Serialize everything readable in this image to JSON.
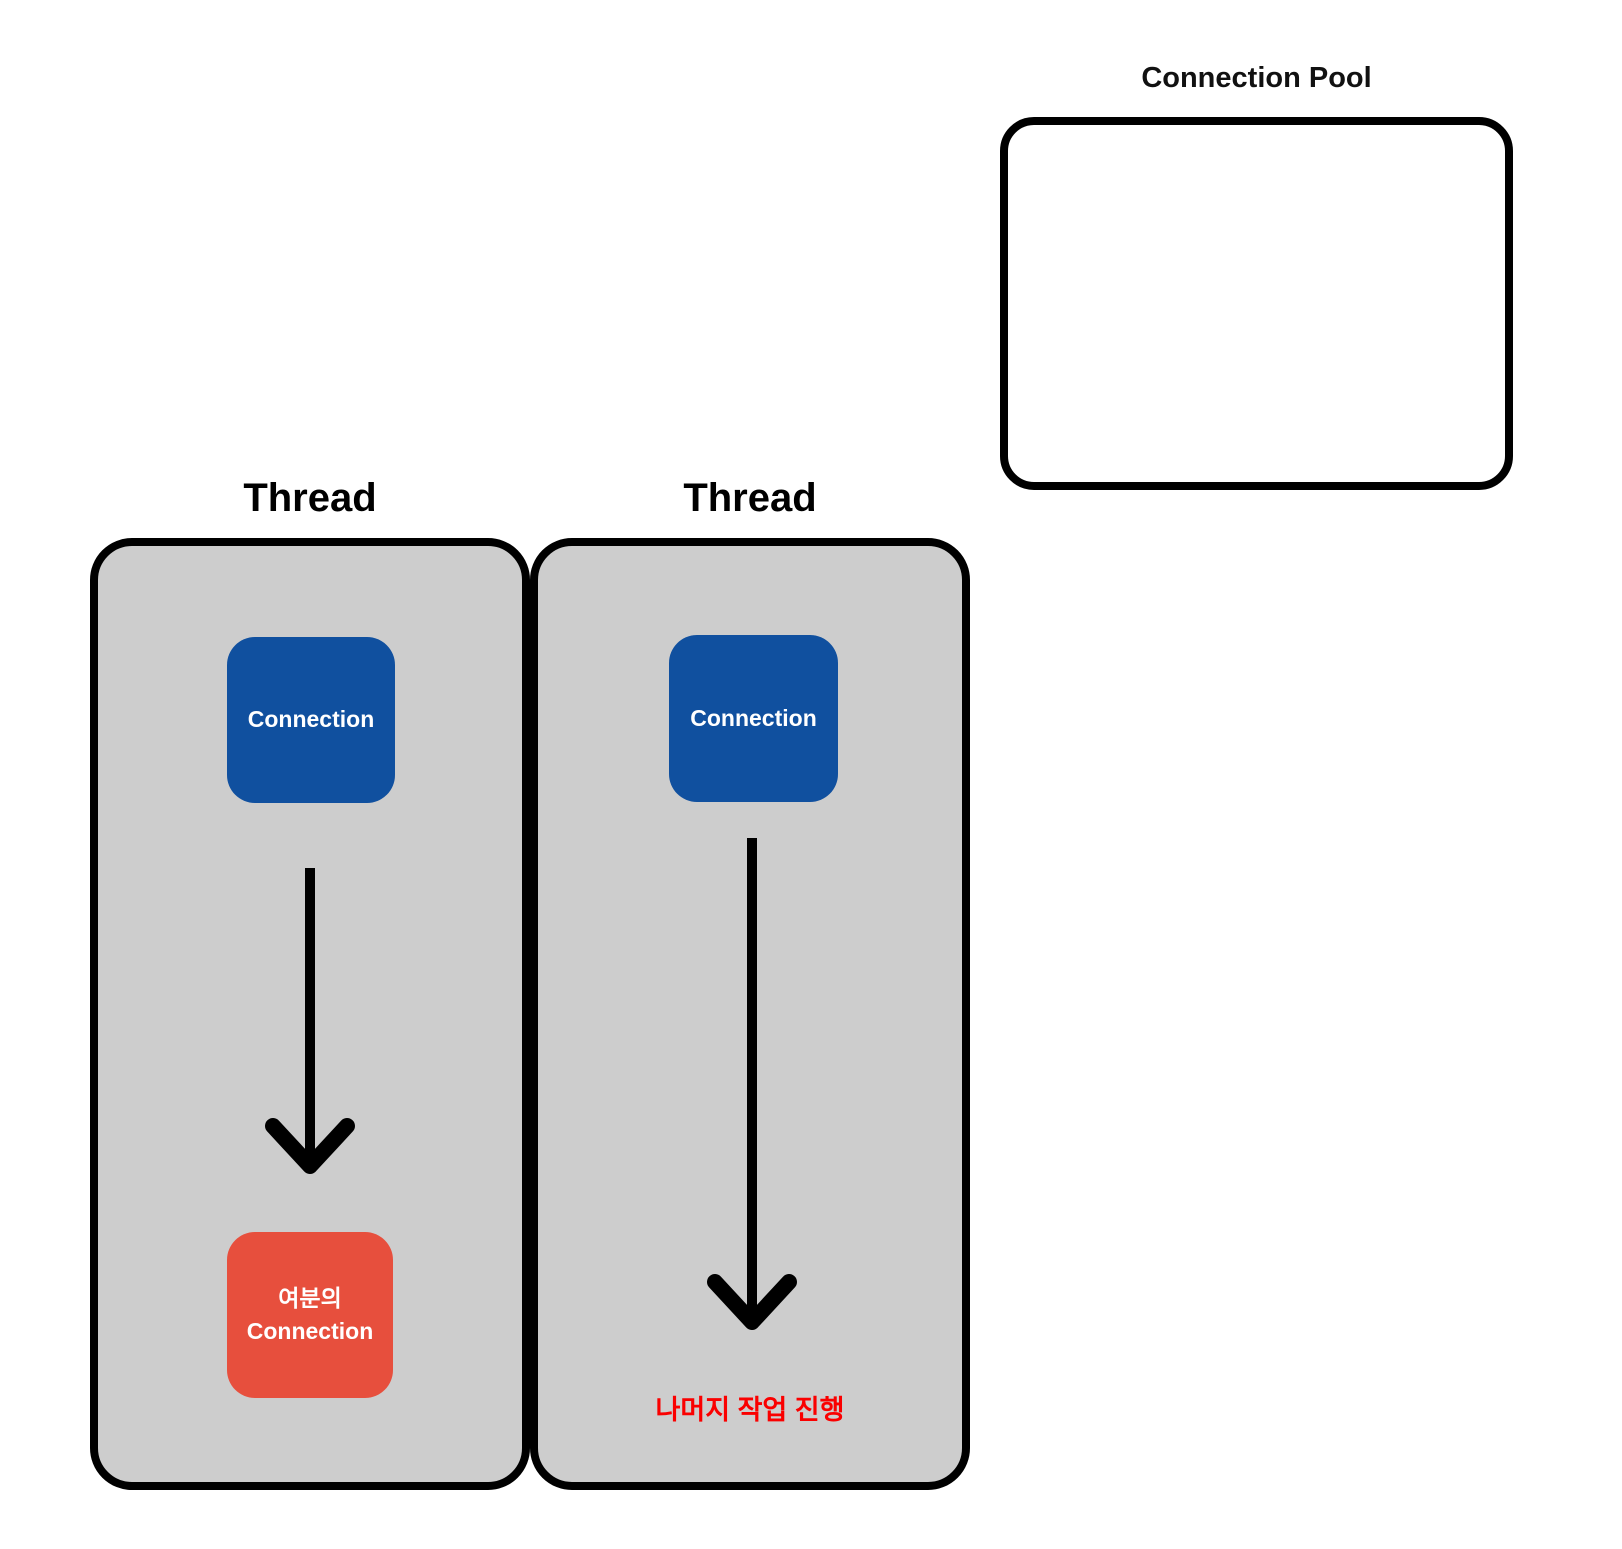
{
  "pool": {
    "title": "Connection Pool"
  },
  "thread_left": {
    "label": "Thread",
    "connection": "Connection",
    "spare_line1": "여분의",
    "spare_line2": "Connection"
  },
  "thread_right": {
    "label": "Thread",
    "connection": "Connection",
    "note": "나머지 작업 진행"
  },
  "colors": {
    "thread_bg": "#cdcdcd",
    "connection_blue": "#10509f",
    "spare_red": "#e74f3d",
    "outline": "#000000",
    "warning_red": "#fa0000"
  }
}
